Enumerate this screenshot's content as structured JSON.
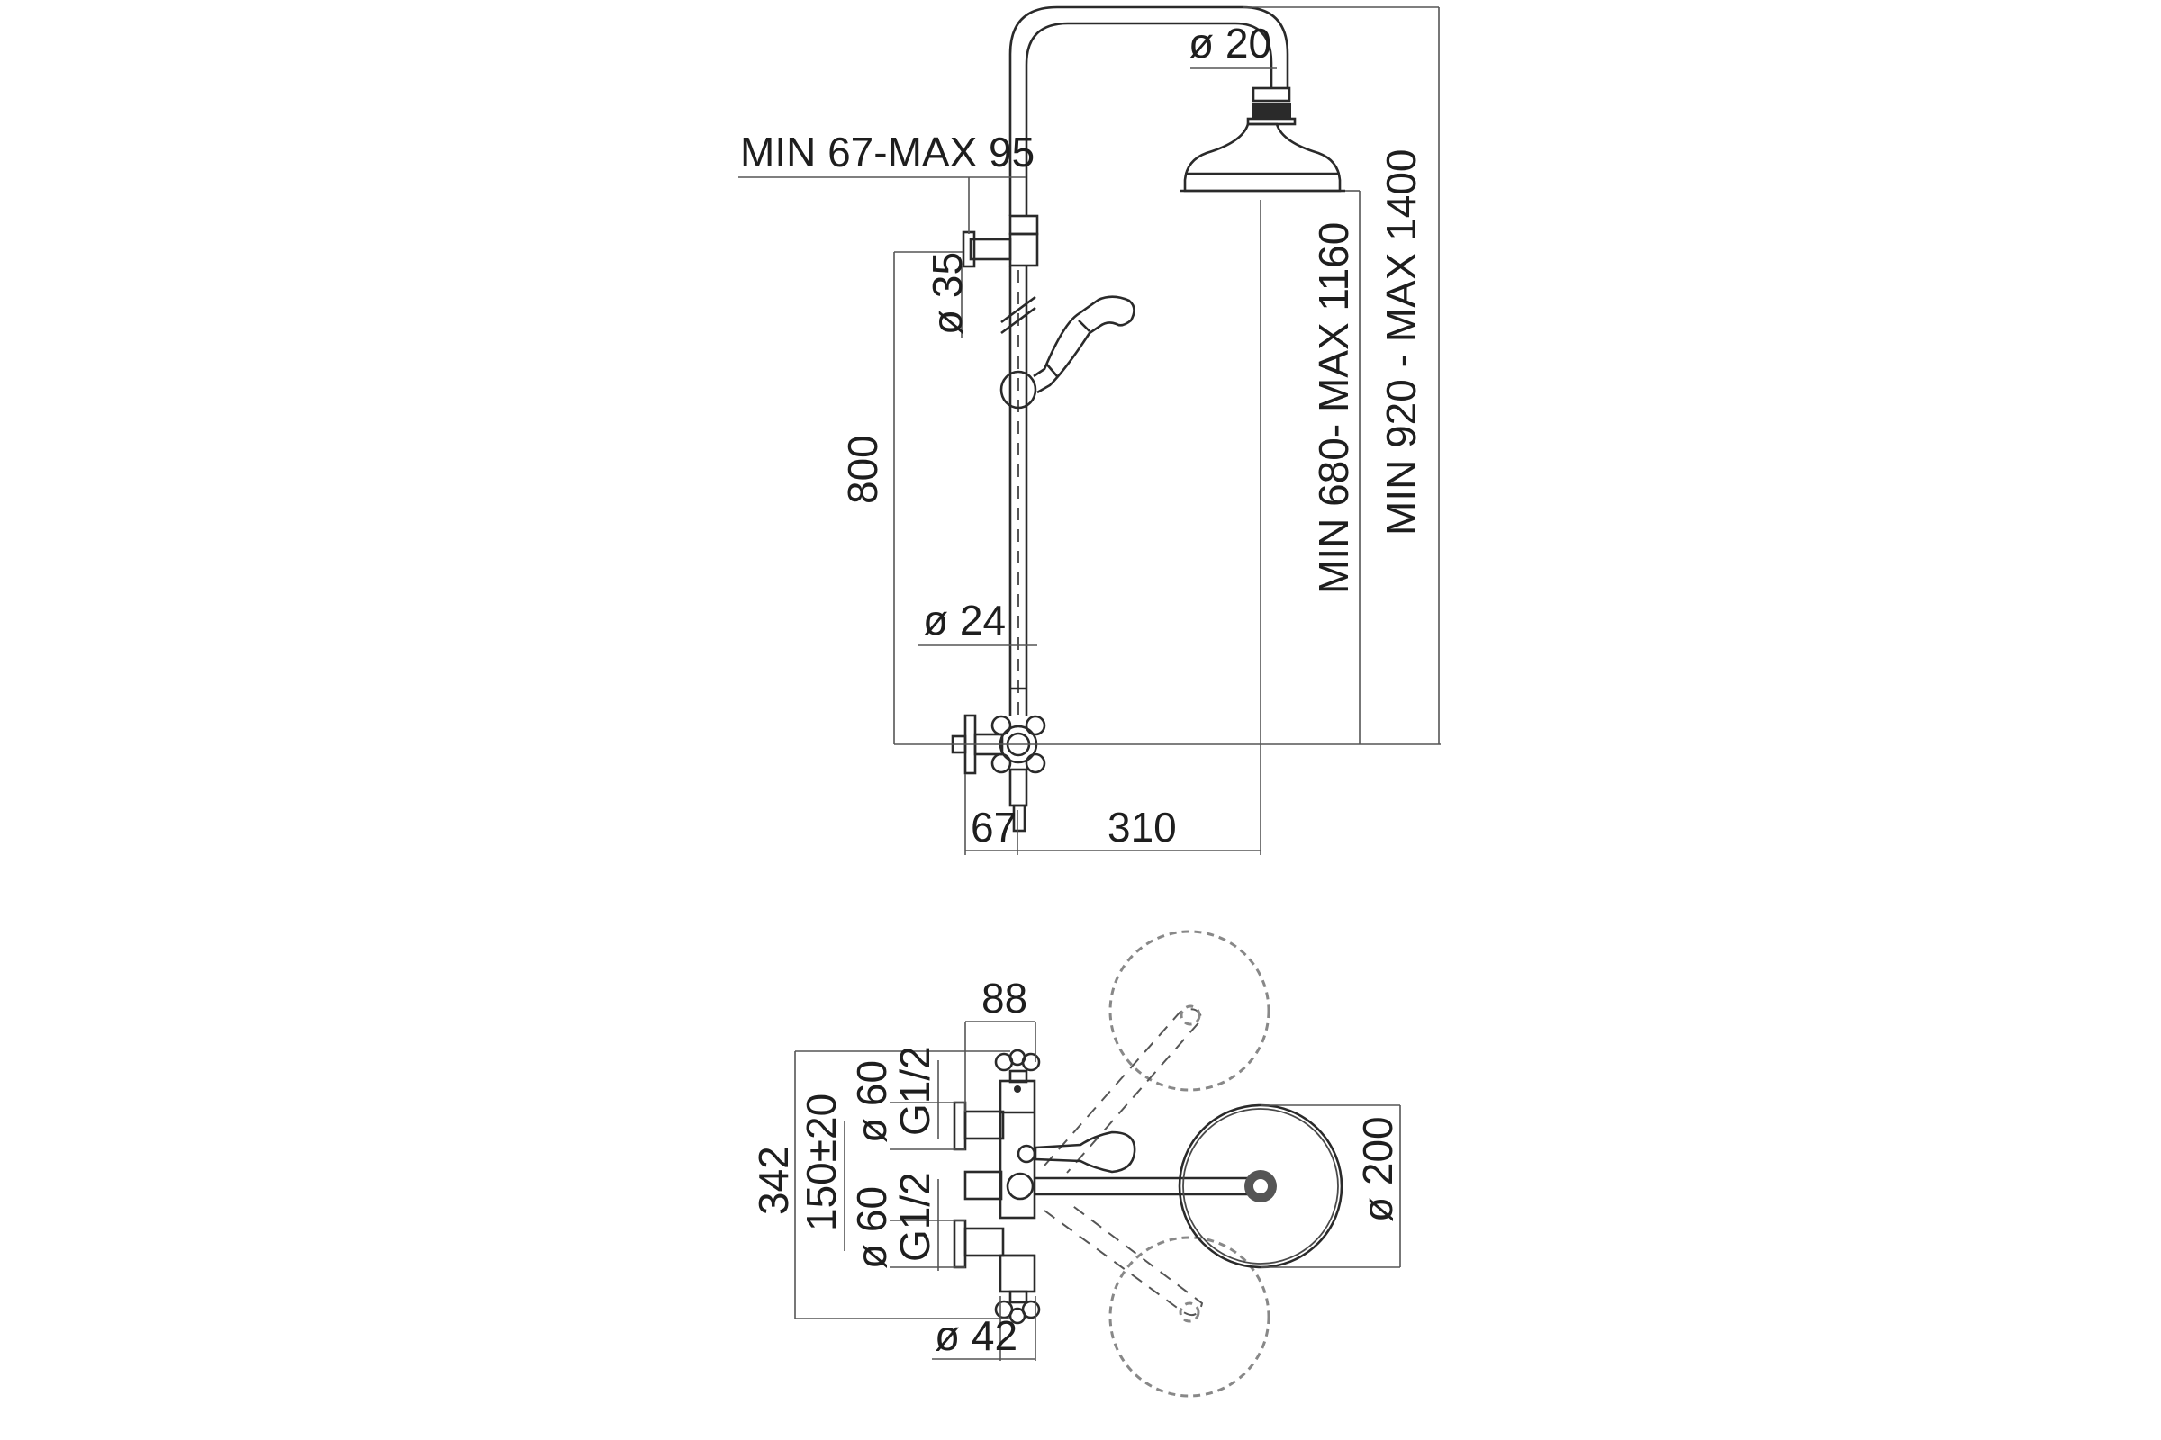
{
  "drawing": {
    "title": "Shower column technical drawing",
    "colors": {
      "line": "#2a2a2a",
      "dimension": "#555555",
      "ghost": "#888888",
      "background": "#ffffff"
    },
    "elevation_view": {
      "labels": {
        "arm_offset": "MIN 67-MAX 95",
        "head_pipe_diameter": "ø 20",
        "bracket_diameter": "ø 35",
        "slide_bar_length": "800",
        "bar_diameter": "ø 24",
        "wall_to_bar": "67",
        "arm_projection": "310",
        "head_height": "MIN 680- MAX 1160",
        "total_height": "MIN 920 -  MAX 1400"
      }
    },
    "plan_view": {
      "labels": {
        "body_depth": "88",
        "overall_length": "342",
        "inlet_spacing": "150±20",
        "upper_flange_diameter": "ø 60",
        "upper_thread": "G1/2",
        "lower_flange_diameter": "ø 60",
        "lower_thread": "G1/2",
        "body_diameter": "ø 42",
        "head_diameter": "ø 200"
      }
    }
  }
}
